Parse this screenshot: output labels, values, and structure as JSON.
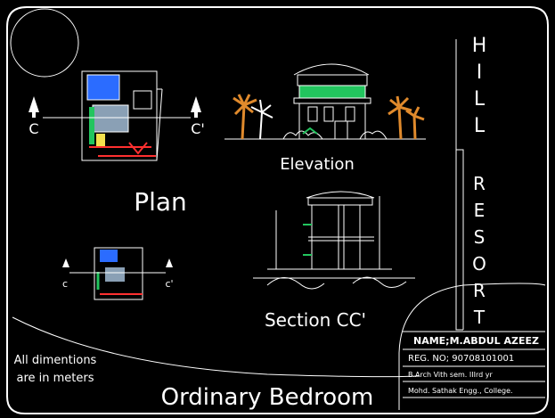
{
  "drawing": {
    "title": "Ordinary Bedroom",
    "project": "HILL RESORT",
    "note_line1": "All dimentions",
    "note_line2": "are in meters"
  },
  "labels": {
    "plan": "Plan",
    "elevation": "Elevation",
    "section": "Section CC'",
    "c_left": "C",
    "c_right": "C'",
    "c_left_small": "c",
    "c_right_small": "c'"
  },
  "title_block": {
    "name": "NAME;M.ABDUL  AZEEZ",
    "reg": "REG. NO; 90708101001",
    "course": "B.Arch Vith sem. IIIrd yr",
    "college": "Mohd. Sathak Engg., College."
  },
  "colors": {
    "background": "#000000",
    "line": "#ffffff",
    "palm": "#e08a2c",
    "accent_green": "#22c55e",
    "accent_blue": "#2b6cff",
    "accent_red": "#ff3030",
    "accent_yellow": "#f4e04d"
  }
}
